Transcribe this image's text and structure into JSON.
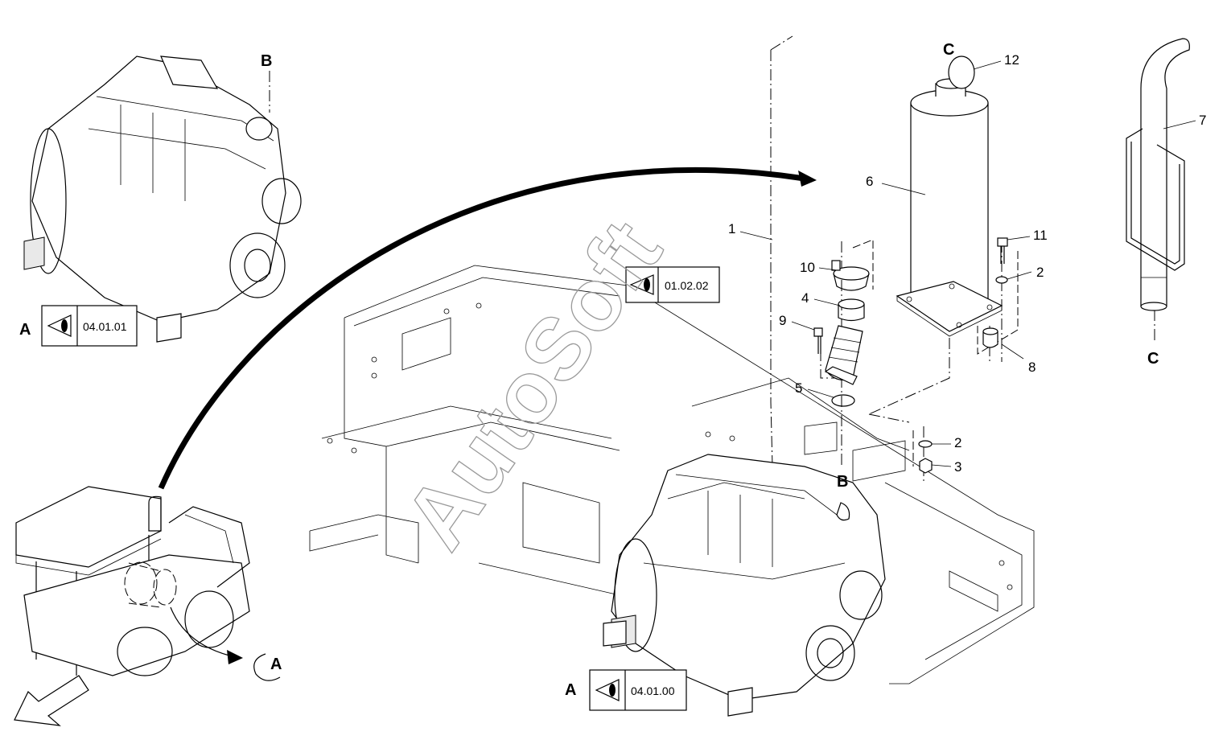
{
  "watermark": "AutoSoft",
  "view_refs": {
    "engine_detail": {
      "letter": "A",
      "code": "04.01.01"
    },
    "main": {
      "letter": "A",
      "code": "04.01.00"
    },
    "frame": {
      "code": "01.02.02"
    }
  },
  "view_markers": {
    "b_top": "B",
    "b_engine": "B",
    "c_muffler": "C",
    "c_pipe": "C",
    "a_tractor": "A"
  },
  "part_labels": [
    "1",
    "10",
    "4",
    "9",
    "5",
    "6",
    "12",
    "11",
    "2",
    "8",
    "2",
    "3",
    "7"
  ],
  "icons": {
    "view_ref": "eye-icon",
    "direction": "hollow-arrow-icon"
  }
}
